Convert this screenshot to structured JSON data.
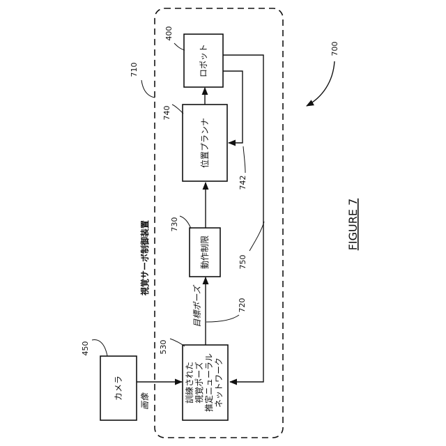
{
  "figure": {
    "label": "FIGURE 7",
    "ref_main": "700"
  },
  "controller": {
    "title": "視覚サーボ制御装置",
    "ref": "710"
  },
  "blocks": {
    "camera": {
      "label": "カメラ",
      "ref": "450"
    },
    "network": {
      "lines": [
        "訓練された",
        "視覚ポーズ",
        "推定ニューラル",
        "ネットワーク"
      ],
      "ref": "530"
    },
    "motion_limit": {
      "label": "動作制限",
      "ref": "730"
    },
    "position_planner": {
      "label": "位置プランナ",
      "ref": "740"
    },
    "robot": {
      "label": "ロボット",
      "ref": "400"
    }
  },
  "signals": {
    "image": {
      "label": "画像"
    },
    "target_pose": {
      "label": "目標ポーズ",
      "ref": "720"
    },
    "robot_to_planner": {
      "ref": "742"
    },
    "feedback": {
      "ref": "750"
    }
  },
  "colors": {
    "ink": "#111111",
    "background": "#ffffff"
  }
}
